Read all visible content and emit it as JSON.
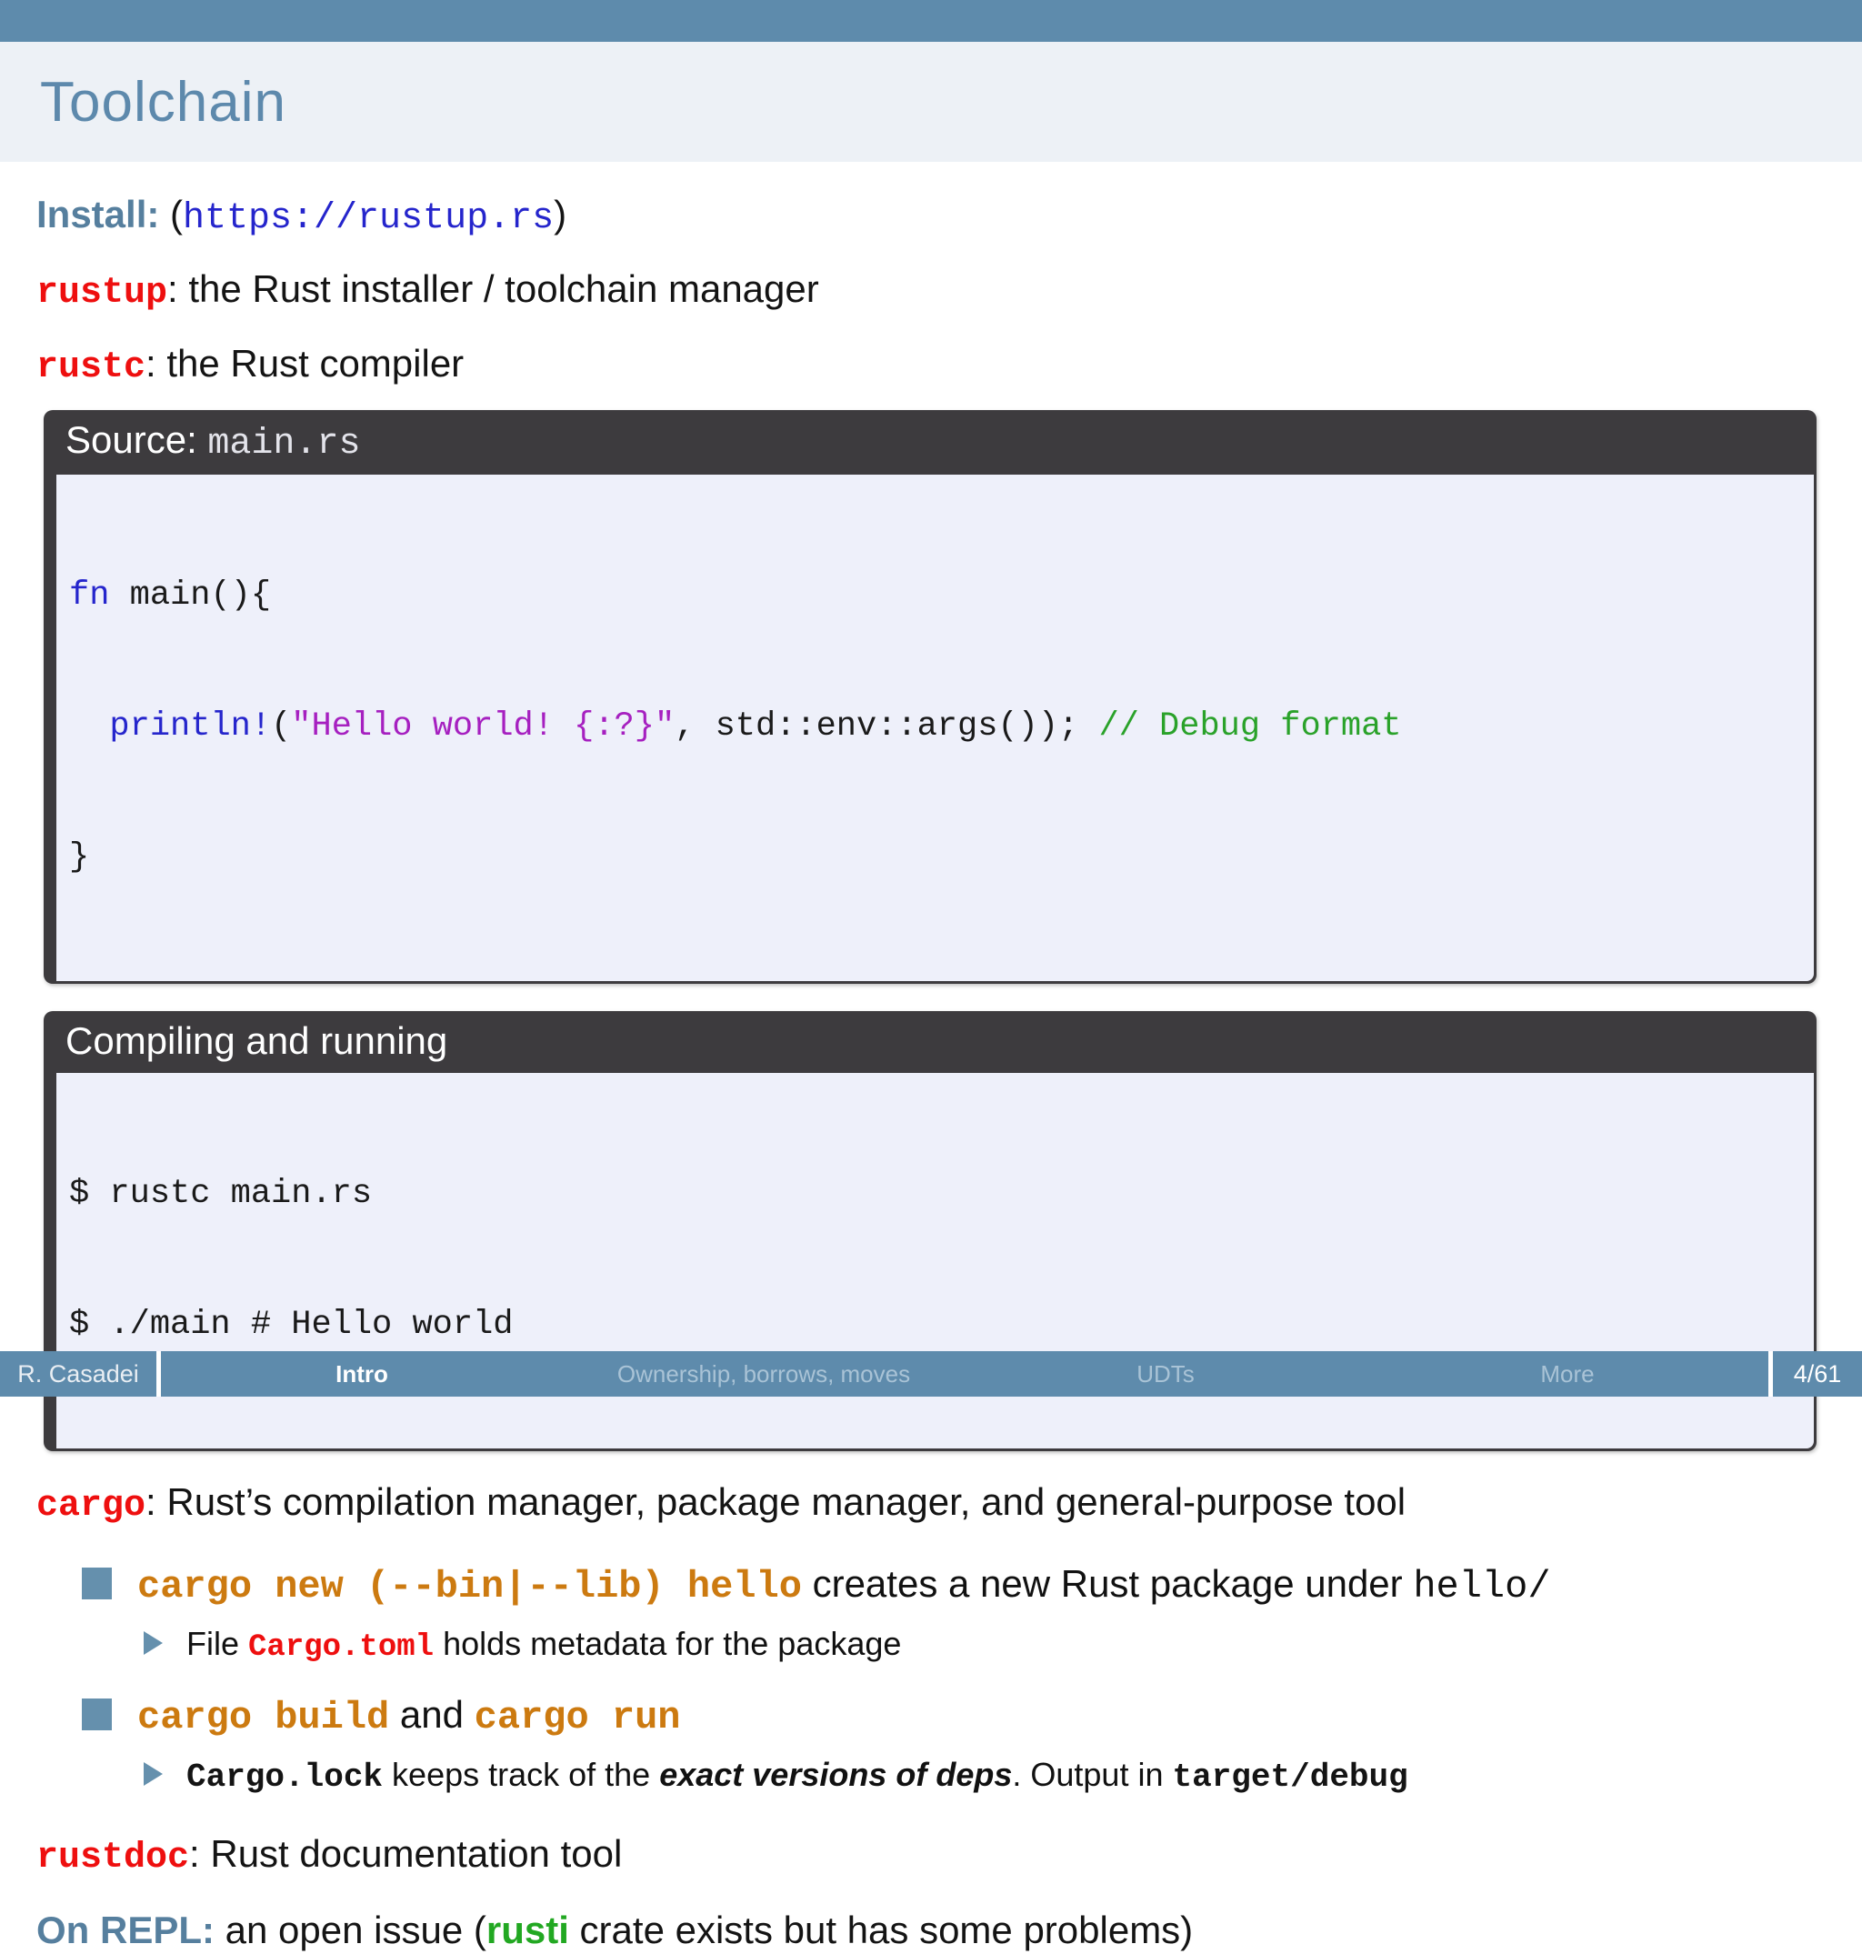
{
  "slide": {
    "title": "Toolchain"
  },
  "install": {
    "label": "Install:",
    "open": " (",
    "url": "https://rustup.rs",
    "close": ")"
  },
  "tools": {
    "rustup": {
      "name": "rustup",
      "desc": ": the Rust installer / toolchain manager"
    },
    "rustc": {
      "name": "rustc",
      "desc": ": the Rust compiler"
    },
    "cargo": {
      "name": "cargo",
      "desc": ": Rust’s compilation manager, package manager, and general-purpose tool"
    },
    "rustdoc": {
      "name": "rustdoc",
      "desc": ": Rust documentation tool"
    }
  },
  "source_block": {
    "title": "Source: ",
    "file": "main.rs",
    "code": {
      "kw_fn": "fn",
      "sig": " main(){",
      "indent": "  ",
      "macro": "println!",
      "open_paren": "(",
      "string": "\"Hello world! {:?}\"",
      "rest": ", std::env::args()); ",
      "comment": "// Debug format",
      "close_brace": "}"
    }
  },
  "compile_block": {
    "title": "Compiling and running",
    "lines": [
      "$ rustc main.rs",
      "$ ./main # Hello world"
    ]
  },
  "bullets": {
    "b1": {
      "cmd": "cargo new (--bin|--lib) hello",
      "text": " creates a new Rust package under ",
      "path": "hello/"
    },
    "b1s": {
      "pre": "File ",
      "file": "Cargo.toml",
      "post": " holds metadata for the package"
    },
    "b2": {
      "cmd1": "cargo build",
      "mid": " and ",
      "cmd2": "cargo run"
    },
    "b2s": {
      "file": "Cargo.lock",
      "mid": " keeps track of the ",
      "em": "exact versions of deps",
      "mid2": ". Output in ",
      "path": "target/debug"
    }
  },
  "repl": {
    "label": "On REPL:",
    "pre": " an open issue (",
    "crate": "rusti",
    "post": " crate exists but has some problems)"
  },
  "footer": {
    "author": "R. Casadei",
    "sections": [
      {
        "label": "Intro",
        "active": true
      },
      {
        "label": "Ownership, borrows, moves",
        "active": false
      },
      {
        "label": "UDTs",
        "active": false
      },
      {
        "label": "More",
        "active": false
      }
    ],
    "page": "4/61"
  },
  "colors": {
    "accent": "#5e8bac",
    "alert_red": "#ee0f0f",
    "code_orange": "#cc7a10",
    "code_green": "#2aa22a",
    "code_blue": "#2525cc",
    "code_magenta": "#a620c0",
    "block_header_bg": "#3d3b3e",
    "block_body_bg": "#eef0fa"
  }
}
